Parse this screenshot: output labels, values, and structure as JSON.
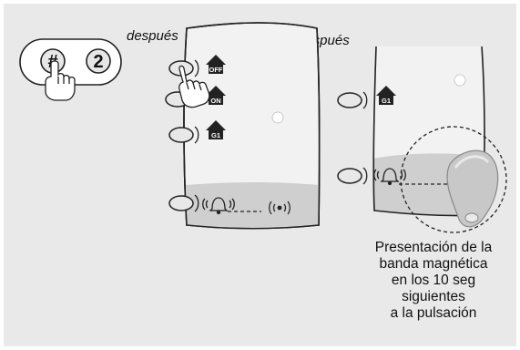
{
  "labels": {
    "after_1": "después",
    "after_2": "después"
  },
  "keypad": {
    "key_1": "#",
    "key_2": "2"
  },
  "panel_left": {
    "badges": [
      "OFF",
      "ON",
      "G1"
    ]
  },
  "panel_right": {
    "badges": [
      "G1"
    ]
  },
  "caption": {
    "lines": [
      "Presentación de la",
      "banda magnética",
      "en los 10 seg",
      "siguientes",
      "a la pulsación"
    ]
  },
  "colors": {
    "background_frame": "#e9e9e9",
    "panel_fill": "#f2f2f2",
    "panel_bottom_band": "#cfcfcf",
    "tag_fill": "#c8c8c8",
    "outline": "#222222"
  }
}
